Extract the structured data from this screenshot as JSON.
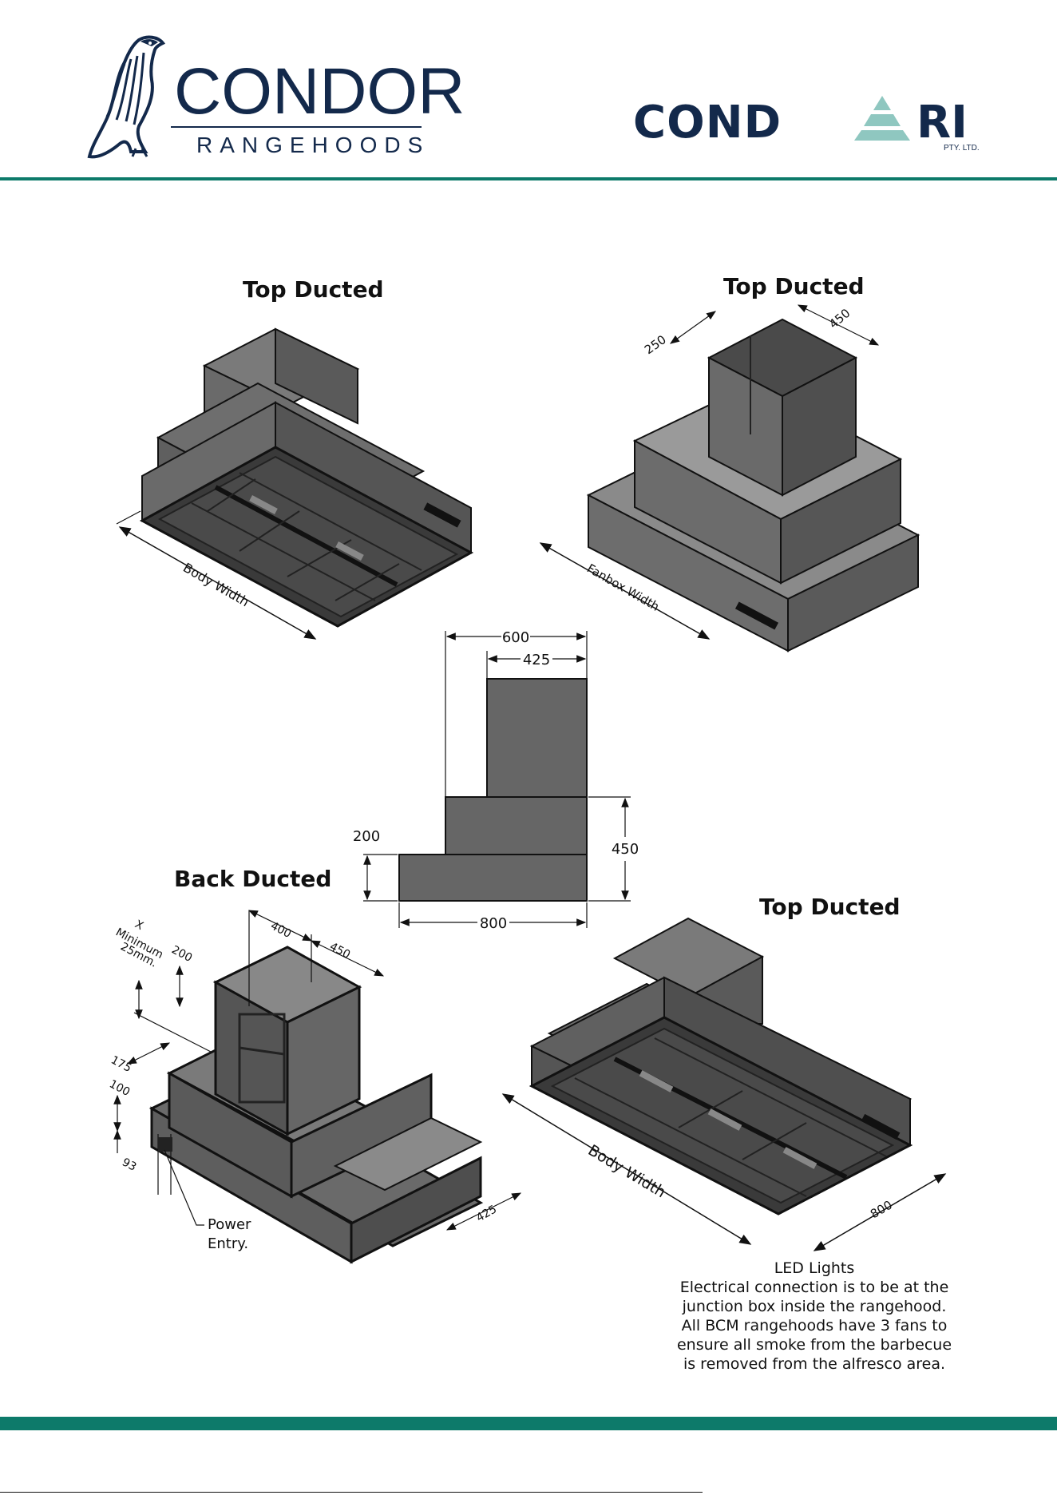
{
  "header": {
    "left_brand_name": "CONDOR",
    "left_brand_sub": "RANGEHOODS",
    "right_brand_left": "COND",
    "right_brand_right": "RI",
    "right_brand_suffix": "PTY. LTD."
  },
  "colors": {
    "navy": "#13294b",
    "teal": "#0d7a6a",
    "accent_triangle": "#8fc7c0"
  },
  "views": {
    "top_left": {
      "title": "Top Ducted",
      "label": "Body Width"
    },
    "top_right": {
      "title": "Top Ducted",
      "label": "Fanbox Width",
      "dim_a": "250",
      "dim_b": "450"
    },
    "side": {
      "dim_600": "600",
      "dim_425": "425",
      "dim_200": "200",
      "dim_450": "450",
      "dim_800": "800"
    },
    "back": {
      "title": "Back Ducted",
      "dim_400": "400",
      "dim_450": "450",
      "dim_x": "X",
      "dim_min": "Minimum",
      "dim_25": "25mm.",
      "dim_200": "200",
      "dim_175": "175",
      "dim_100": "100",
      "dim_93": "93",
      "dim_425": "425",
      "power_line1": "Power",
      "power_line2": "Entry."
    },
    "bottom_right": {
      "title": "Top Ducted",
      "label": "Body Width",
      "dim_800": "800"
    }
  },
  "notes": [
    "LED Lights",
    "Electrical connection is to be at the",
    "junction box inside the rangehood.",
    "All BCM rangehoods have 3 fans to",
    "ensure all smoke from the barbecue",
    "is removed from the alfresco area."
  ]
}
